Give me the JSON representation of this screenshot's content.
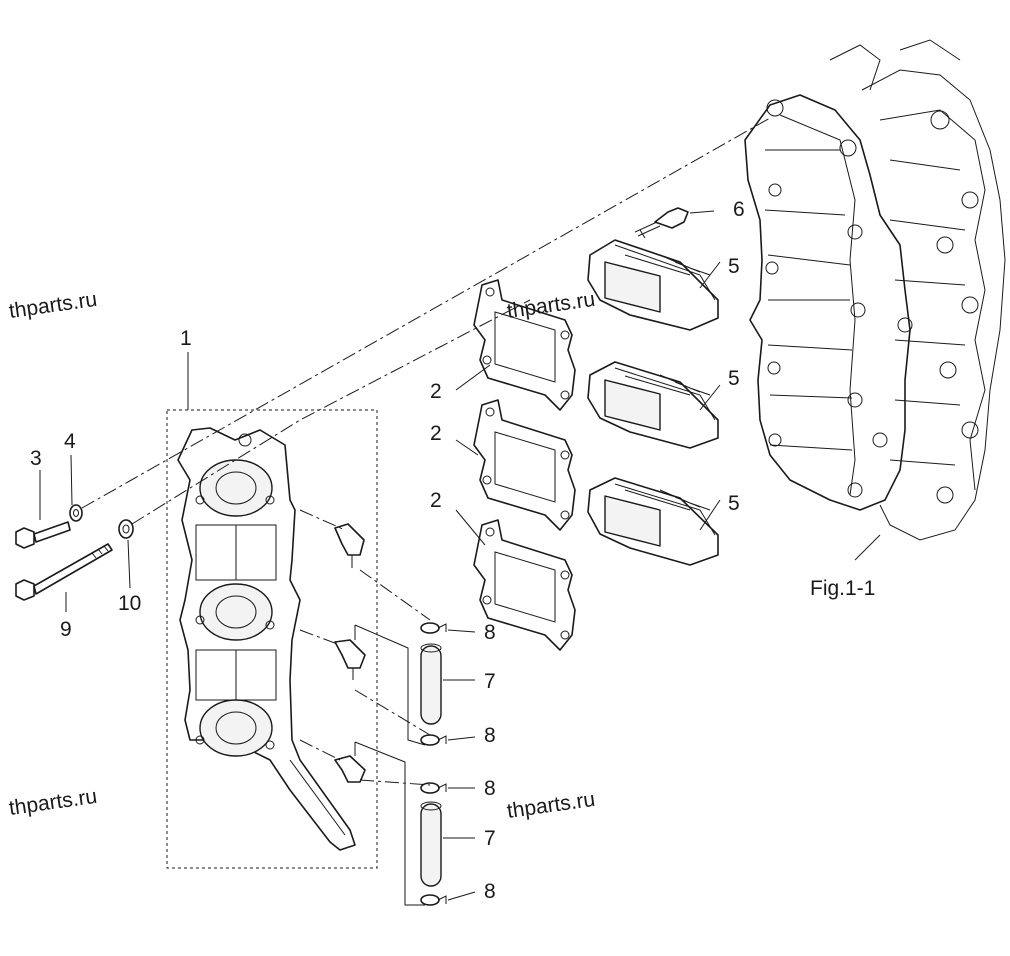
{
  "figure_reference": "Fig.1-1",
  "watermarks": [
    "thparts.ru",
    "thparts.ru",
    "thparts.ru",
    "thparts.ru"
  ],
  "callouts": {
    "c1": "1",
    "c2a": "2",
    "c2b": "2",
    "c2c": "2",
    "c3": "3",
    "c4": "4",
    "c5a": "5",
    "c5b": "5",
    "c5c": "5",
    "c6": "6",
    "c7a": "7",
    "c7b": "7",
    "c8a": "8",
    "c8b": "8",
    "c8c": "8",
    "c8d": "8",
    "c9": "9",
    "c10": "10"
  }
}
